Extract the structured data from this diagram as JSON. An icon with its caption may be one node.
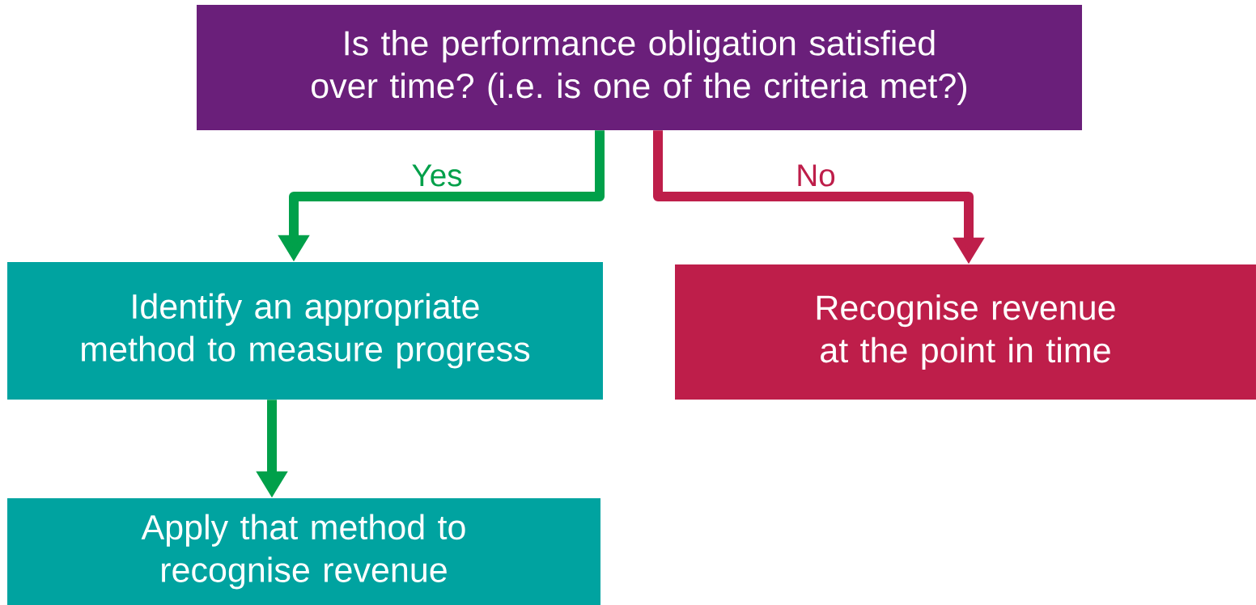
{
  "diagram": {
    "nodes": [
      {
        "text": [
          "Is the performance obligation satisfied over time? (i.e. is one of the criteria met?)"
        ]
      },
      {
        "text": [
          "Identify an appropriate method to measure progress"
        ]
      },
      {
        "text": [
          "Recognise revenue at the point in time"
        ]
      },
      {
        "text": [
          "Apply that method to recognise revenue"
        ]
      }
    ],
    "edges": [
      {
        "from": 0,
        "to": 1,
        "arrow": "to",
        "label": "Yes"
      },
      {
        "from": 0,
        "to": 2,
        "arrow": "to",
        "label": "No",
        "color": "#be1e4a"
      },
      {
        "from": 1,
        "to": 3,
        "arrow": "to"
      }
    ]
  }
}
